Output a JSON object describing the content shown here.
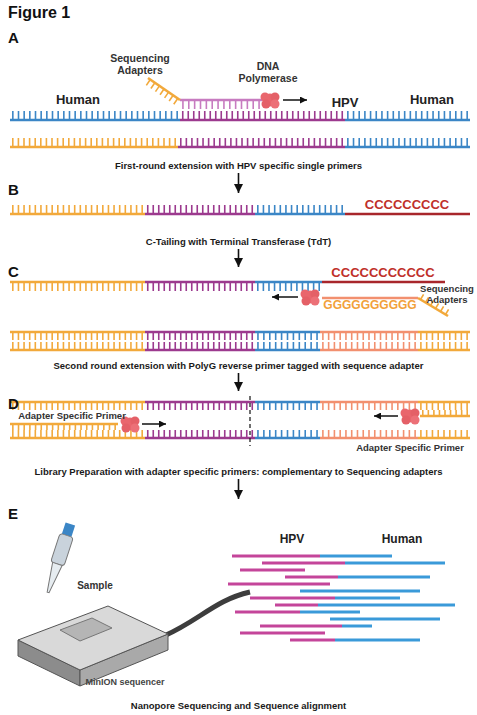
{
  "diagram": {
    "title": "Figure 1",
    "nodes": [
      {
        "text": [
          "A",
          "First-round extension with HPV specific single primers"
        ]
      },
      {
        "text": [
          "B",
          "C-Tailing with Terminal Transferase (TdT)"
        ]
      },
      {
        "text": [
          "C",
          "Second round extension with PolyG reverse primer tagged with sequence adapter"
        ]
      },
      {
        "text": [
          "D",
          "Library Preparation with adapter specific primers: complementary to Sequencing adapters"
        ]
      },
      {
        "text": [
          "E",
          "Nanopore Sequencing and Sequence alignment"
        ]
      }
    ],
    "edges": [
      {
        "from": 0,
        "to": 1,
        "arrow": "to"
      },
      {
        "from": 1,
        "to": 2,
        "arrow": "to"
      },
      {
        "from": 2,
        "to": 3,
        "arrow": "to"
      },
      {
        "from": 3,
        "to": 4,
        "arrow": "to"
      }
    ],
    "labels": [
      "Sequencing Adapters",
      "DNA Polymerase",
      "Human",
      "HPV",
      "Human",
      "CCCCCCCCC",
      "CCCCCCCCCCC",
      "GGGGGGGGGG",
      "Sequencing Adapters",
      "Adapter Specific Primer",
      "Adapter Specific Primer",
      "Sample",
      "MinION sequencer",
      "HPV",
      "Human"
    ]
  }
}
